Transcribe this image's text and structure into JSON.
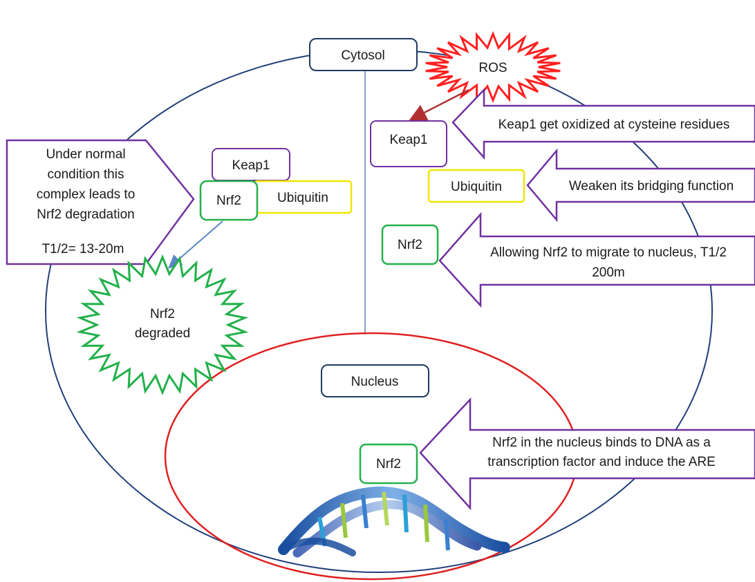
{
  "compartments": {
    "cytosol": "Cytosol",
    "nucleus": "Nucleus"
  },
  "molecules": {
    "ros": "ROS",
    "keap1_normal": "Keap1",
    "nrf2_normal": "Nrf2",
    "ubiquitin_normal": "Ubiquitin",
    "degraded_line1": "Nrf2",
    "degraded_line2": "degraded",
    "keap1_stress": "Keap1",
    "ubiquitin_stress": "Ubiquitin",
    "nrf2_stress": "Nrf2",
    "nrf2_nucleus": "Nrf2"
  },
  "callouts": {
    "normal_condition": {
      "lines": [
        "Under normal",
        "condition this",
        "complex leads to",
        "Nrf2 degradation"
      ],
      "half_life": "T1/2= 13-20m"
    },
    "keap1_oxidized": "Keap1 get oxidized at cysteine residues",
    "weaken_bridging": "Weaken its bridging function",
    "migrate_nucleus": {
      "line1": "Allowing Nrf2 to migrate to nucleus, T1/2",
      "line2": "200m"
    },
    "binds_dna": {
      "line1": "Nrf2 in the nucleus binds to DNA as a",
      "line2": "transcription factor and induce the ARE"
    }
  },
  "colors": {
    "cell_outline": "#1f3f7a",
    "nucleus_outline": "#e02020",
    "purple": "#7030a0",
    "green": "#22b04a",
    "yellow": "#f2e500",
    "navy": "#1f3864",
    "ros_burst": "#ff2020",
    "degrade_burst": "#22b04a",
    "arrow_red": "#b03030",
    "arrow_blue": "#5b86c0"
  }
}
